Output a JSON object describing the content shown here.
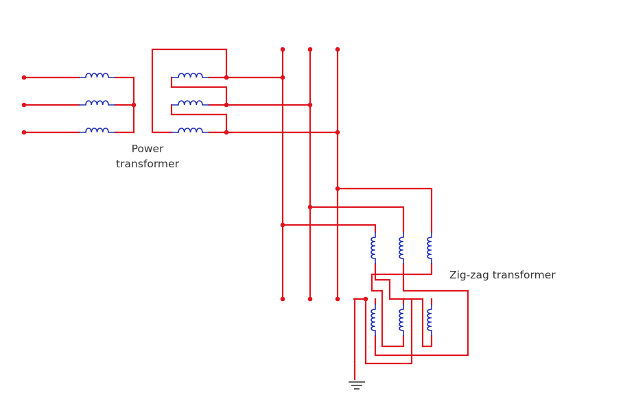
{
  "labels": {
    "power_transformer_line1": "Power",
    "power_transformer_line2": "transformer",
    "zigzag_transformer": "Zig-zag transformer"
  },
  "colors": {
    "wire": "#e0141e",
    "winding": "#1f2fb5",
    "text": "#333333",
    "ground": "#333333"
  },
  "components": {
    "power_transformer": {
      "primary_windings": 3,
      "secondary_windings": 3,
      "primary_connection": "wye",
      "secondary_connection": "delta"
    },
    "zigzag_transformer": {
      "upper_windings": 3,
      "lower_windings": 3,
      "neutral": "grounded"
    },
    "bus_phases": 3
  },
  "icons": [
    "ground-symbol-icon",
    "junction-dot-icon",
    "winding-coil-icon"
  ]
}
